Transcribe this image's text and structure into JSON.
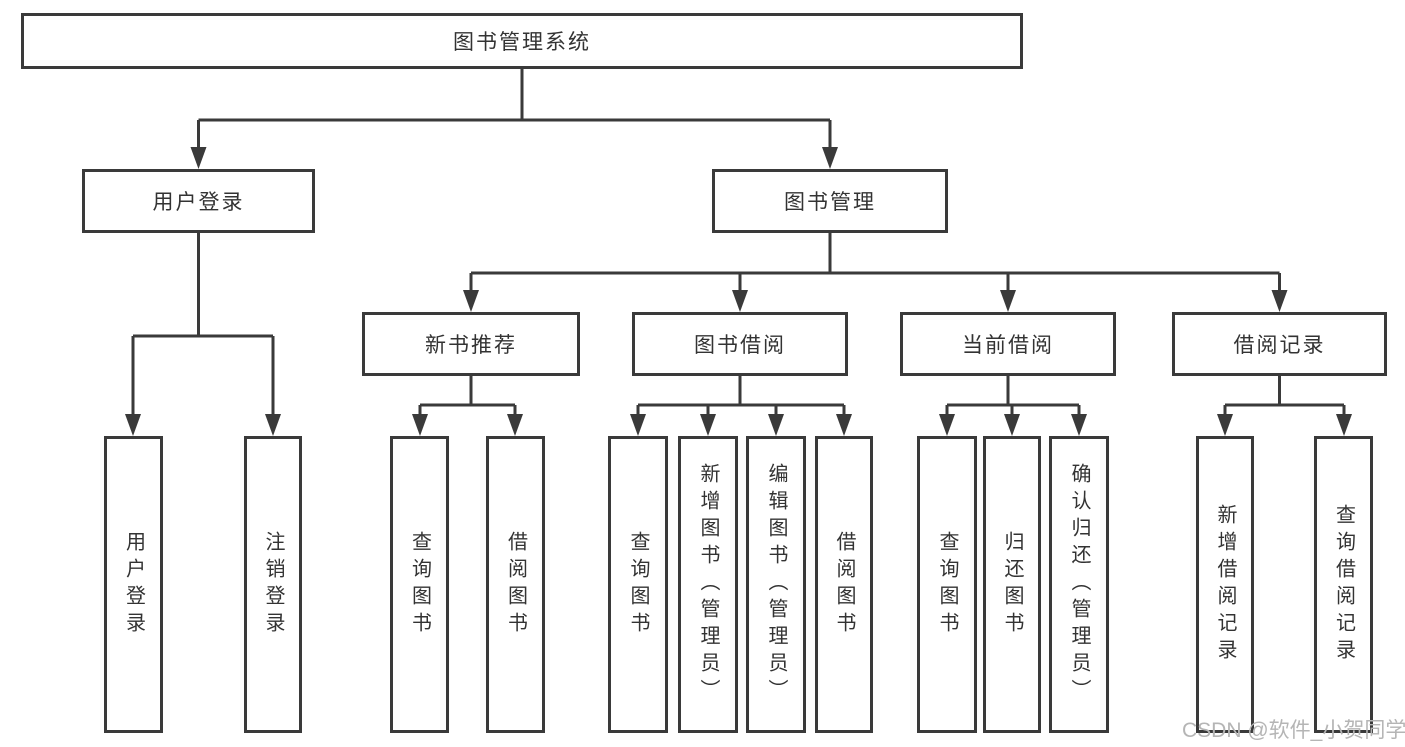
{
  "diagram": {
    "root": {
      "label": "图书管理系统"
    },
    "level2": [
      {
        "label": "用户登录"
      },
      {
        "label": "图书管理"
      }
    ],
    "level3": [
      {
        "parent": "图书管理",
        "label": "新书推荐"
      },
      {
        "parent": "图书管理",
        "label": "图书借阅"
      },
      {
        "parent": "图书管理",
        "label": "当前借阅"
      },
      {
        "parent": "图书管理",
        "label": "借阅记录"
      }
    ],
    "leaves": [
      {
        "parent": "用户登录",
        "label": "用户登录"
      },
      {
        "parent": "用户登录",
        "label": "注销登录"
      },
      {
        "parent": "新书推荐",
        "label": "查询图书"
      },
      {
        "parent": "新书推荐",
        "label": "借阅图书"
      },
      {
        "parent": "图书借阅",
        "label": "查询图书"
      },
      {
        "parent": "图书借阅",
        "label": "新增图书（管理员）"
      },
      {
        "parent": "图书借阅",
        "label": "编辑图书（管理员）"
      },
      {
        "parent": "图书借阅",
        "label": "借阅图书"
      },
      {
        "parent": "当前借阅",
        "label": "查询图书"
      },
      {
        "parent": "当前借阅",
        "label": "归还图书"
      },
      {
        "parent": "当前借阅",
        "label": "确认归还（管理员）"
      },
      {
        "parent": "借阅记录",
        "label": "新增借阅记录"
      },
      {
        "parent": "借阅记录",
        "label": "查询借阅记录"
      }
    ]
  },
  "watermark": "CSDN @软件_小贺同学",
  "colors": {
    "line": "#3a3a3a",
    "text": "#333333",
    "background": "#ffffff",
    "watermark": "#b5b5b5"
  }
}
